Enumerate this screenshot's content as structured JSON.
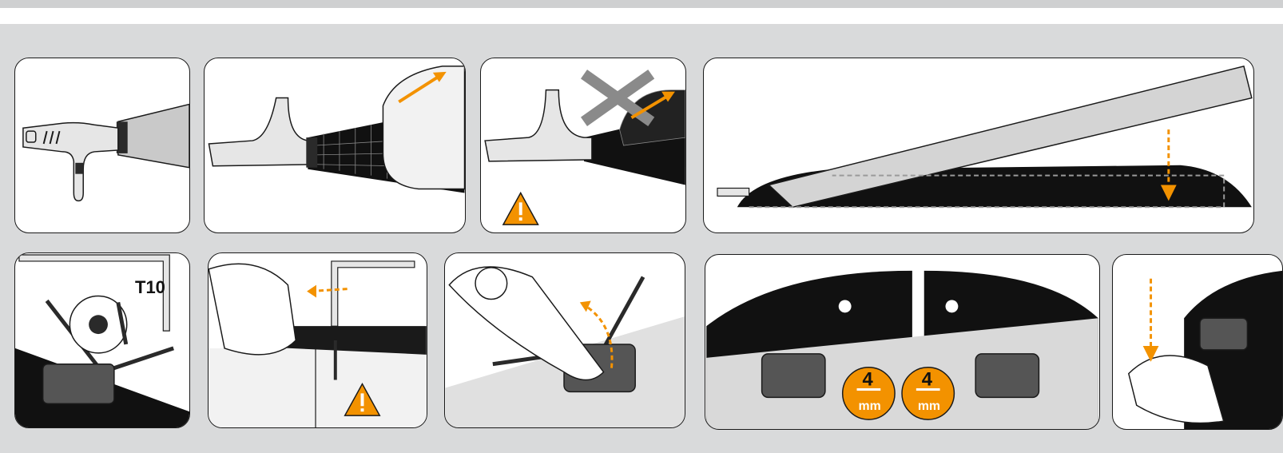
{
  "colors": {
    "accent": "#f39200",
    "background": "#d9dadb",
    "ink": "#1a1a1a",
    "panel": "#ffffff"
  },
  "panels": [
    {
      "id": "step-1",
      "icon": "binding-hook-icon"
    },
    {
      "id": "step-2",
      "icon": "peel-liner-icon"
    },
    {
      "id": "step-3",
      "icon": "crossed-out-mesh-icon",
      "warning": "warning-icon"
    },
    {
      "id": "step-4",
      "icon": "apply-skin-to-ski-icon"
    },
    {
      "id": "step-5",
      "icon": "tail-clip-screws-icon",
      "tool_label": "T10"
    },
    {
      "id": "step-6",
      "icon": "driver-screw-icon",
      "warning": "warning-icon"
    },
    {
      "id": "step-7",
      "icon": "pliers-crimp-icon"
    },
    {
      "id": "step-8",
      "icon": "clip-gap-icon",
      "gap_value": "4",
      "gap_unit": "mm"
    },
    {
      "id": "step-9",
      "icon": "press-tail-clip-icon"
    }
  ]
}
